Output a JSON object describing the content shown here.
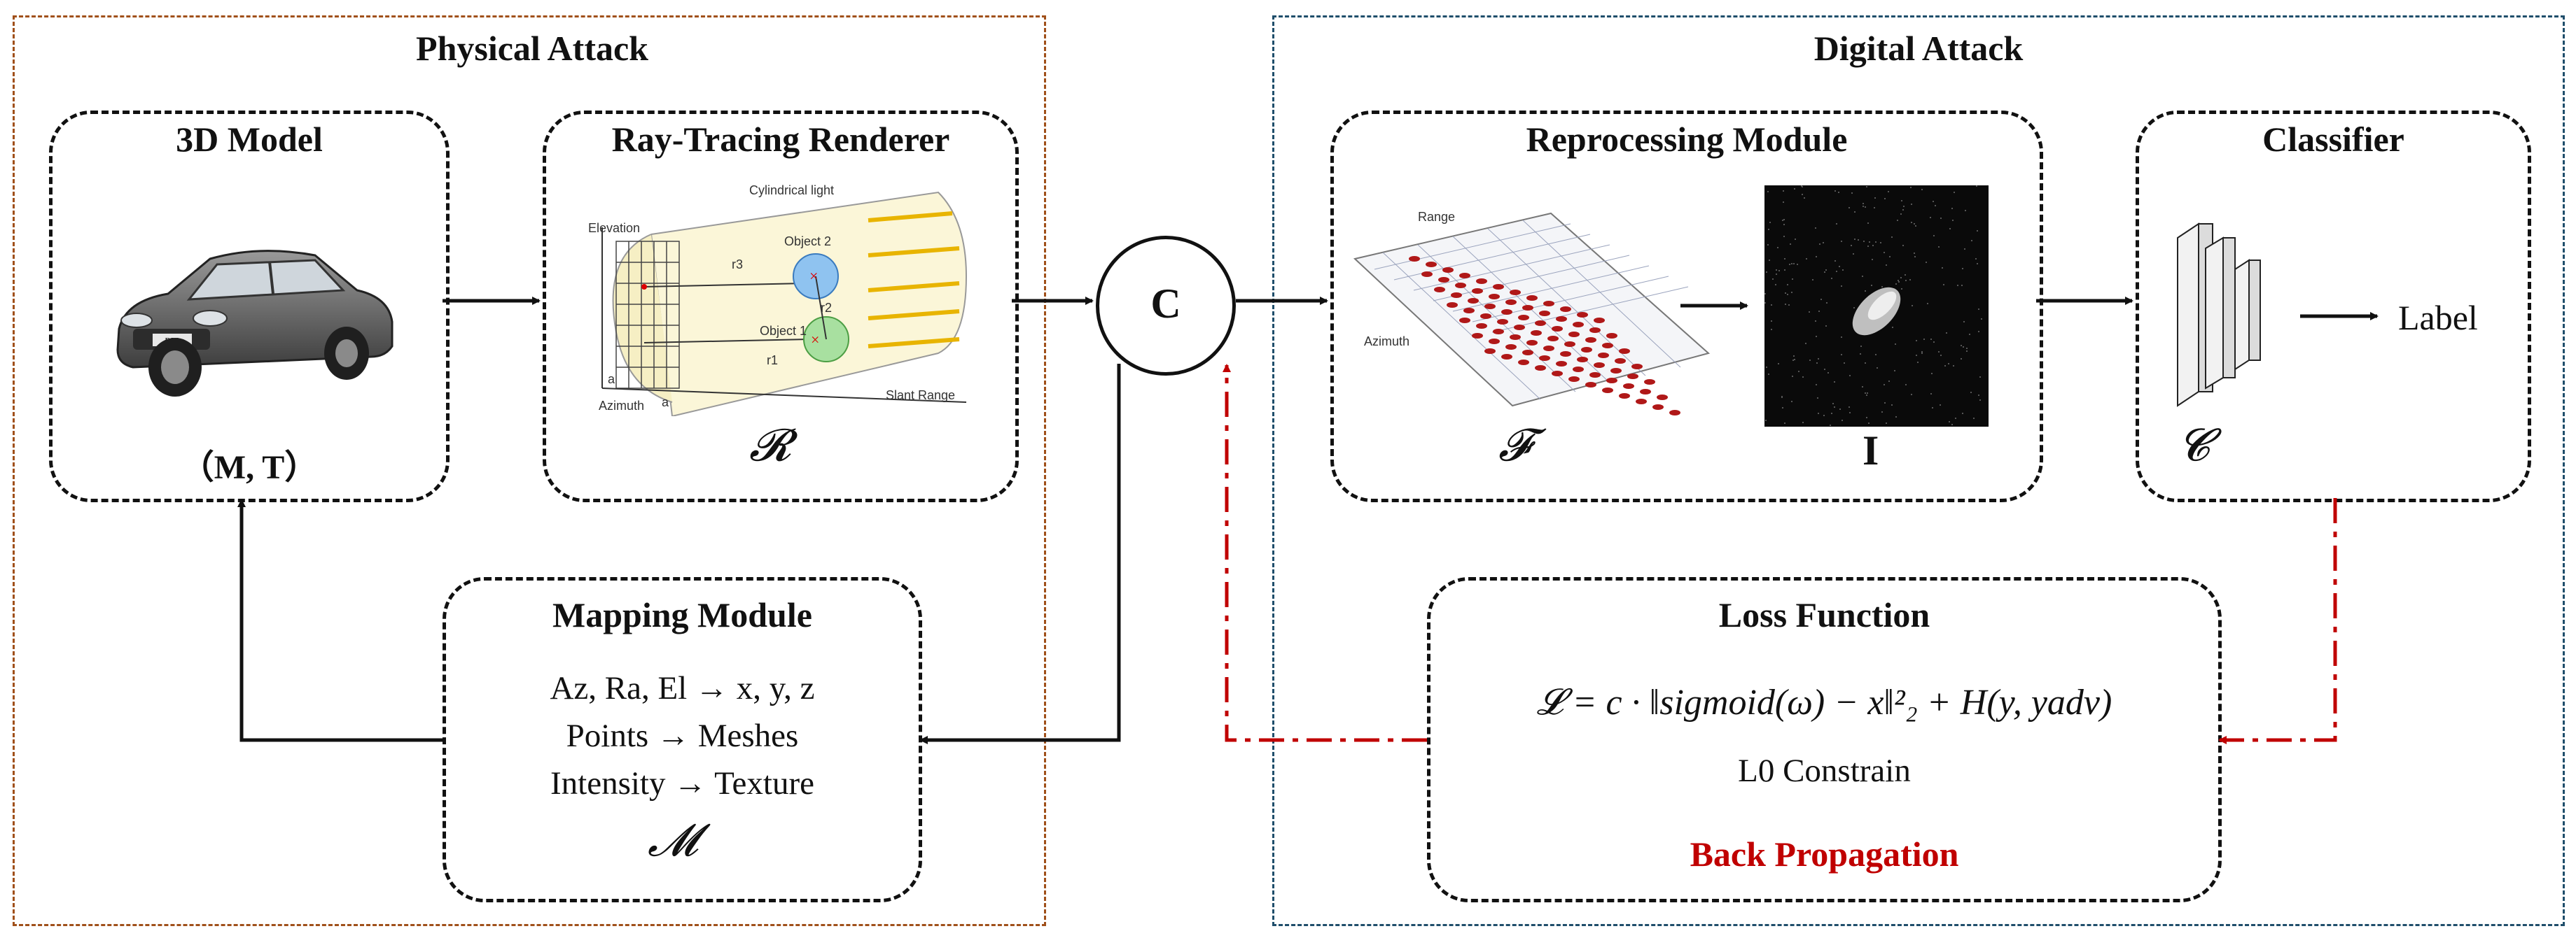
{
  "physical": {
    "title": "Physical Attack",
    "model": {
      "title": "3D Model",
      "label": "（M, T）"
    },
    "renderer": {
      "title": "Ray-Tracing Renderer",
      "symbol": "𝓡",
      "scene": {
        "light": "Cylindrical light",
        "elevation": "Elevation",
        "azimuth": "Azimuth",
        "slant": "Slant Range",
        "object1": "Object 1",
        "object2": "Object 2",
        "r1": "r1",
        "r2": "r2",
        "r3": "r3",
        "a1": "a",
        "a2": "a"
      }
    },
    "mapping": {
      "title": "Mapping Module",
      "lines": [
        "Az, Ra, El → x, y, z",
        "Points → Meshes",
        "Intensity → Texture"
      ],
      "symbol": "𝓜"
    }
  },
  "center": {
    "label": "C"
  },
  "digital": {
    "title": "Digital Attack",
    "reprocessing": {
      "title": "Reprocessing Module",
      "symbol_f": "𝓕",
      "symbol_i": "I",
      "grid": {
        "range": "Range",
        "azimuth": "Azimuth"
      }
    },
    "classifier": {
      "title": "Classifier",
      "output": "Label",
      "symbol": "𝓒"
    },
    "loss": {
      "title": "Loss Function",
      "formula": "𝓛 = c · ‖sigmoid(ω) − x‖²₂ + H(y, yadv)",
      "constraint": "L0 Constrain",
      "backprop": "Back Propagation"
    }
  },
  "colors": {
    "physical_border": "#a0501a",
    "digital_border": "#1f4e6b",
    "backprop": "#c00000"
  }
}
